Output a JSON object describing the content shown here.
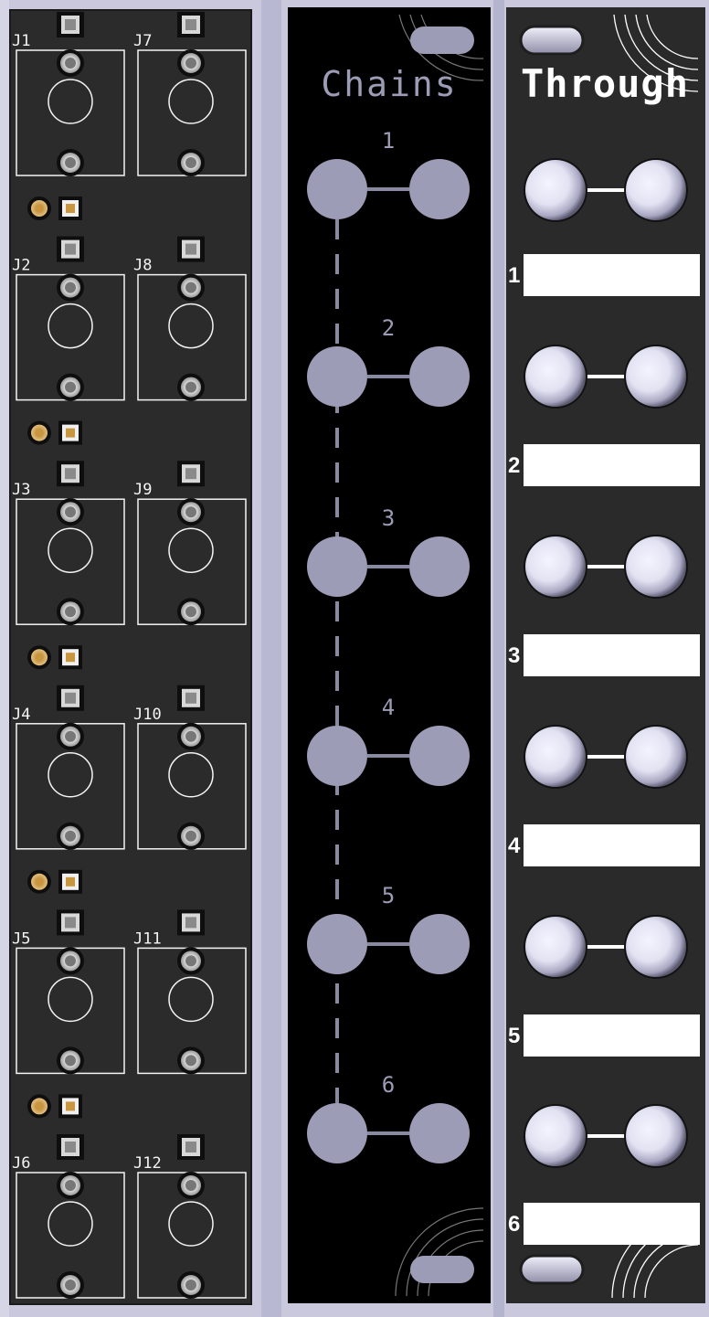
{
  "pcb": {
    "references": [
      "J1",
      "J7",
      "J2",
      "J8",
      "J3",
      "J9",
      "J4",
      "J10",
      "J5",
      "J11",
      "J6",
      "J12"
    ]
  },
  "chains_panel": {
    "title": "Chains",
    "channels": [
      "1",
      "2",
      "3",
      "4",
      "5",
      "6"
    ]
  },
  "through_panel": {
    "title": "Through",
    "channels": [
      "1",
      "2",
      "3",
      "4",
      "5",
      "6"
    ]
  },
  "colors": {
    "background": "#c9c8dc",
    "pcb_board": "#2b2b2b",
    "pcb_silkscreen": "#f4f4f4",
    "chains_panel": "#000000",
    "chains_jack": "#9d9cb6",
    "through_panel": "#2a2a2a",
    "through_label_box": "#ffffff"
  }
}
